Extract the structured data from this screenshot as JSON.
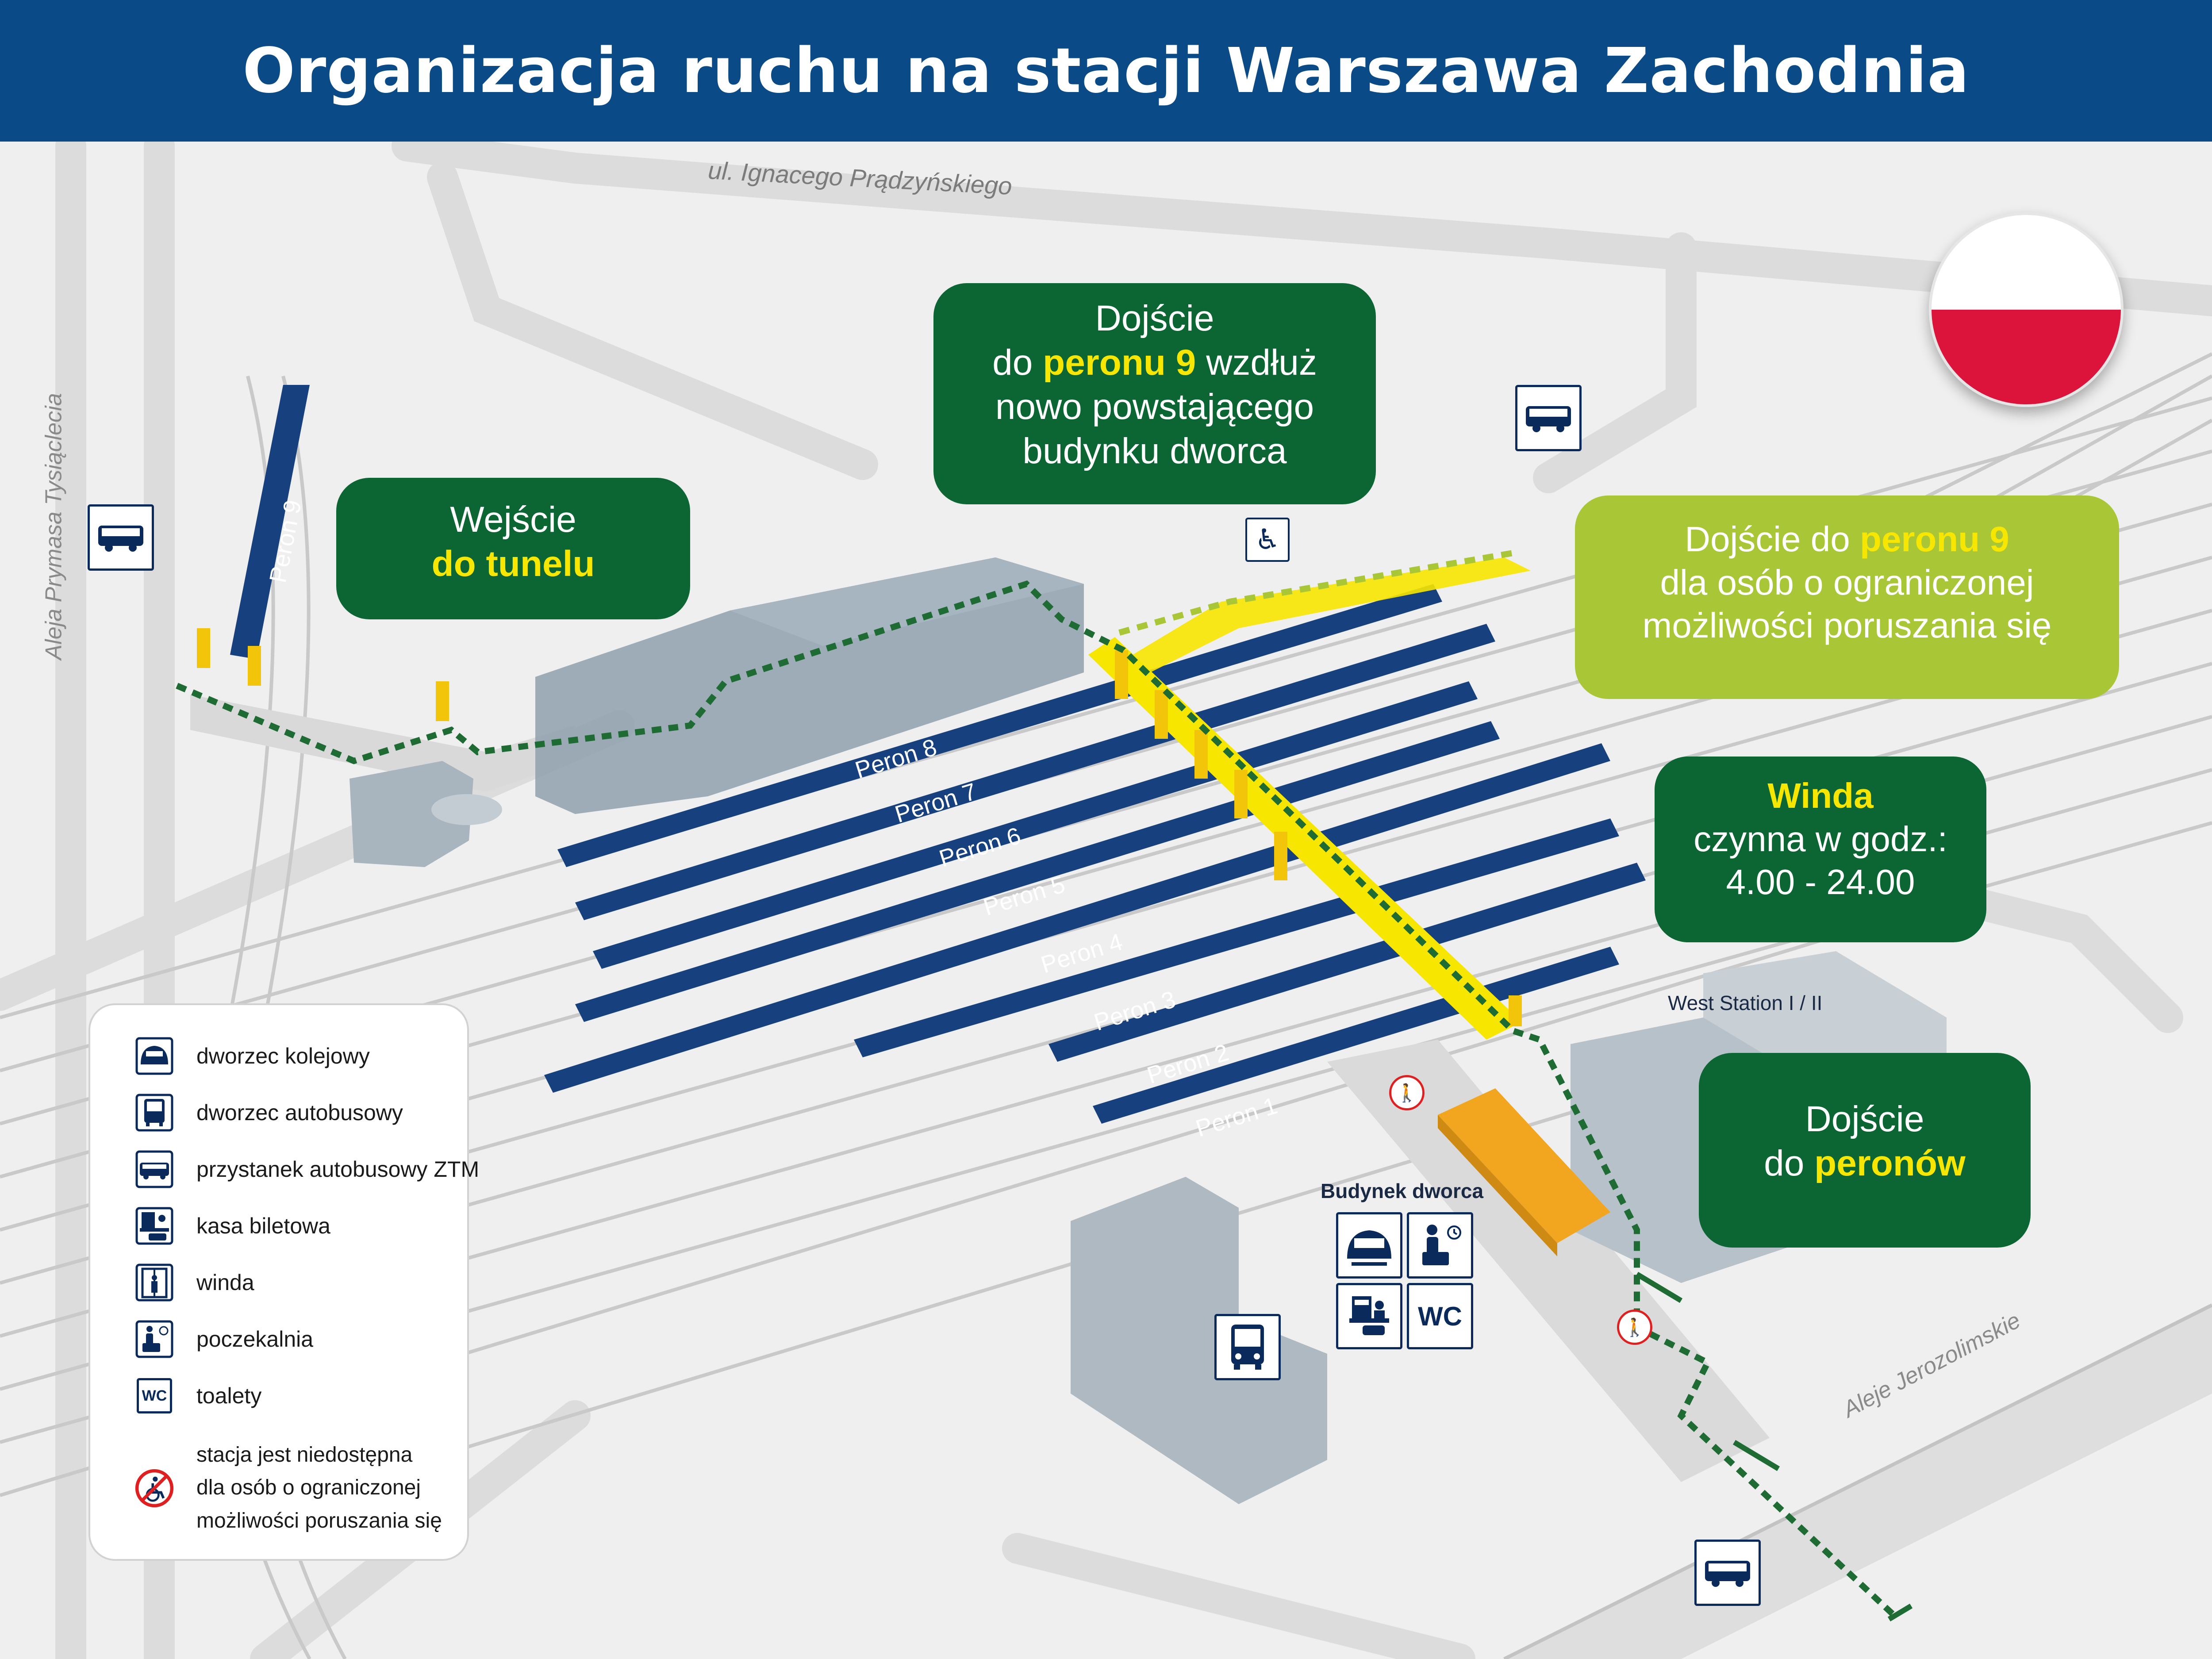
{
  "title": "Organizacja ruchu na stacji Warszawa Zachodnia",
  "streets": {
    "north": "ul. Ignacego Prądzyńskiego",
    "west": "Aleja Prymasa Tysiąclecia",
    "south": "Aleje Jerozolimskie"
  },
  "platforms": {
    "p9": "Peron 9",
    "p8": "Peron 8",
    "p7": "Peron 7",
    "p6": "Peron 6",
    "p5": "Peron 5",
    "p4": "Peron 4",
    "p3": "Peron 3",
    "p2": "Peron 2",
    "p1": "Peron 1"
  },
  "callouts": {
    "tunnel": {
      "line1": "Wejście",
      "line2": "do tunelu"
    },
    "new_building": {
      "line1": "Dojście",
      "line2_pre": "do ",
      "line2_hl": "peronu 9",
      "line2_post": " wzdłuż",
      "line3": "nowo powstającego",
      "line4": "budynku dworca"
    },
    "accessible": {
      "line1_pre": "Dojście do ",
      "line1_hl": "peronu 9",
      "line2": "dla osób o ograniczonej",
      "line3": "możliwości poruszania się"
    },
    "elevator": {
      "line1": "Winda",
      "line2": "czynna w godz.:",
      "line3": "4.00 - 24.00"
    },
    "platforms": {
      "line1": "Dojście",
      "line2_pre": "do ",
      "line2_hl": "peronów"
    }
  },
  "labels": {
    "west_station": "West Station I / II",
    "station_building": "Budynek dworca",
    "wc": "WC"
  },
  "legend": {
    "items": [
      {
        "icon": "train-station-icon",
        "label": "dworzec kolejowy"
      },
      {
        "icon": "bus-station-icon",
        "label": "dworzec autobusowy"
      },
      {
        "icon": "bus-stop-icon",
        "label": "przystanek autobusowy ZTM"
      },
      {
        "icon": "ticket-office-icon",
        "label": "kasa biletowa"
      },
      {
        "icon": "elevator-icon",
        "label": "winda"
      },
      {
        "icon": "waiting-room-icon",
        "label": "poczekalnia"
      },
      {
        "icon": "toilet-icon",
        "label": "toalety",
        "text": "WC"
      },
      {
        "icon": "no-wheelchair-icon",
        "line1": "stacja jest niedostępna",
        "line2": "dla osób o ograniczonej",
        "line3": "możliwości poruszania się"
      }
    ]
  },
  "colors": {
    "header": "#0a4a87",
    "platform": "#17407e",
    "callout_dark": "#0b6633",
    "callout_lime": "#a9c637",
    "highlight": "#f7e600",
    "route": "#1e6b33",
    "accessible_route": "#f7e600",
    "flag_white": "#ffffff",
    "flag_red": "#dc143c"
  }
}
